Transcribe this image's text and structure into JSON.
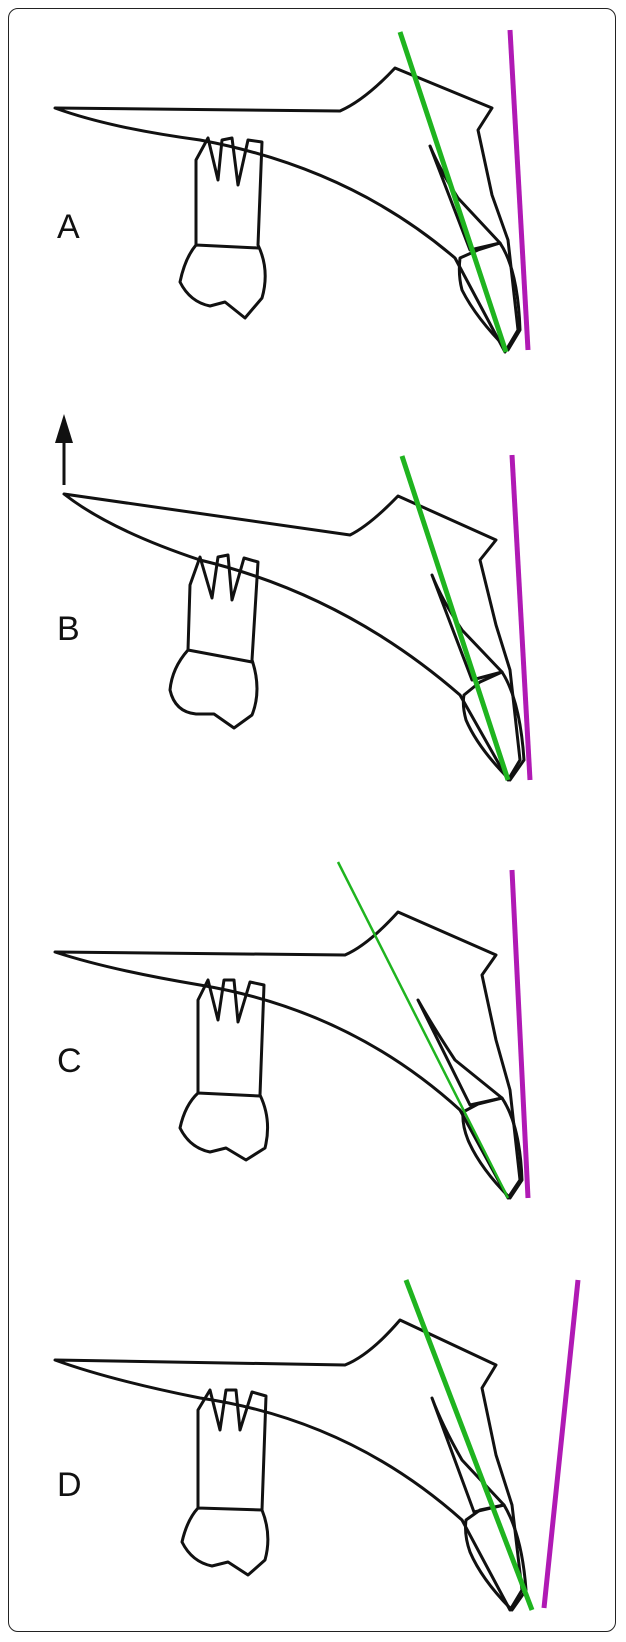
{
  "figure": {
    "colors": {
      "outline": "#111111",
      "green_line": "#1fb41f",
      "magenta_line": "#b01ab4",
      "border": "#222222"
    },
    "panels": [
      {
        "id": "A",
        "label": "A",
        "arrow": false,
        "green_style": "thick"
      },
      {
        "id": "B",
        "label": "B",
        "arrow": true,
        "green_style": "thick"
      },
      {
        "id": "C",
        "label": "C",
        "arrow": false,
        "green_style": "thin"
      },
      {
        "id": "D",
        "label": "D",
        "arrow": false,
        "green_style": "thick"
      }
    ],
    "icons": {
      "arrow": "up-arrow-icon"
    }
  }
}
